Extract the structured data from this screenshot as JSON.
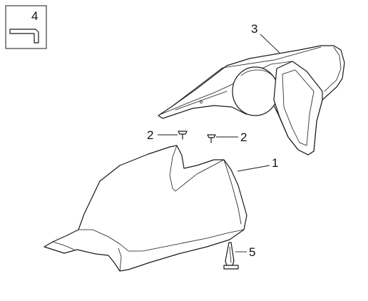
{
  "callouts": {
    "part_1": "1",
    "part_2_left": "2",
    "part_2_right": "2",
    "part_3": "3",
    "part_4": "4",
    "part_5": "5"
  },
  "colors": {
    "line": "#1a1a1a",
    "background": "#ffffff"
  }
}
